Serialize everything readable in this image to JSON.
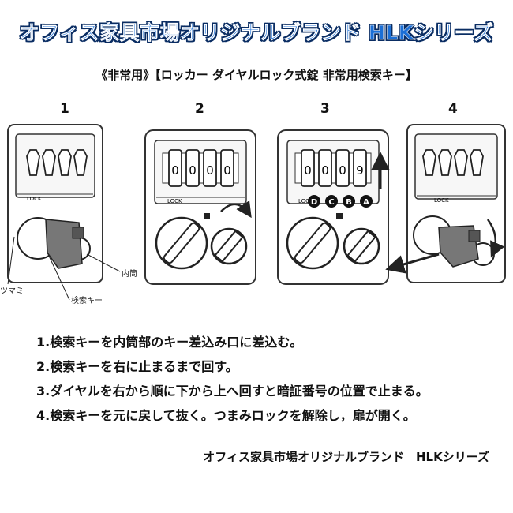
{
  "banner": "オフィス家具市場オリジナルブランド HLKシリーズ",
  "subtitle": "《非常用》【ロッカー ダイヤルロック式錠 非常用検索キー】",
  "steps": [
    "1",
    "2",
    "3",
    "4"
  ],
  "lock_label": "LOCK",
  "dial_step2": [
    "0",
    "0",
    "0",
    "0"
  ],
  "dial_step3": [
    "0",
    "0",
    "0",
    "9"
  ],
  "dial_order": [
    "D",
    "C",
    "B",
    "A"
  ],
  "callouts": {
    "tsumami": "ツマミ",
    "naitou": "内筒",
    "key": "検索キー"
  },
  "instructions": [
    "1.検索キーを内筒部のキー差込み口に差込む。",
    "2.検索キーを右に止まるまで回す。",
    "3.ダイヤルを右から順に下から上へ回すと暗証番号の位置で止まる。",
    "4.検索キーを元に戻して抜く。つまみロックを解除し，扉が開く。"
  ],
  "footer": "オフィス家具市場オリジナルブランド　HLKシリーズ",
  "colors": {
    "banner_fill": "#1b6fd6",
    "banner_outline": "#0a2d63",
    "key_gray": "#777777"
  }
}
